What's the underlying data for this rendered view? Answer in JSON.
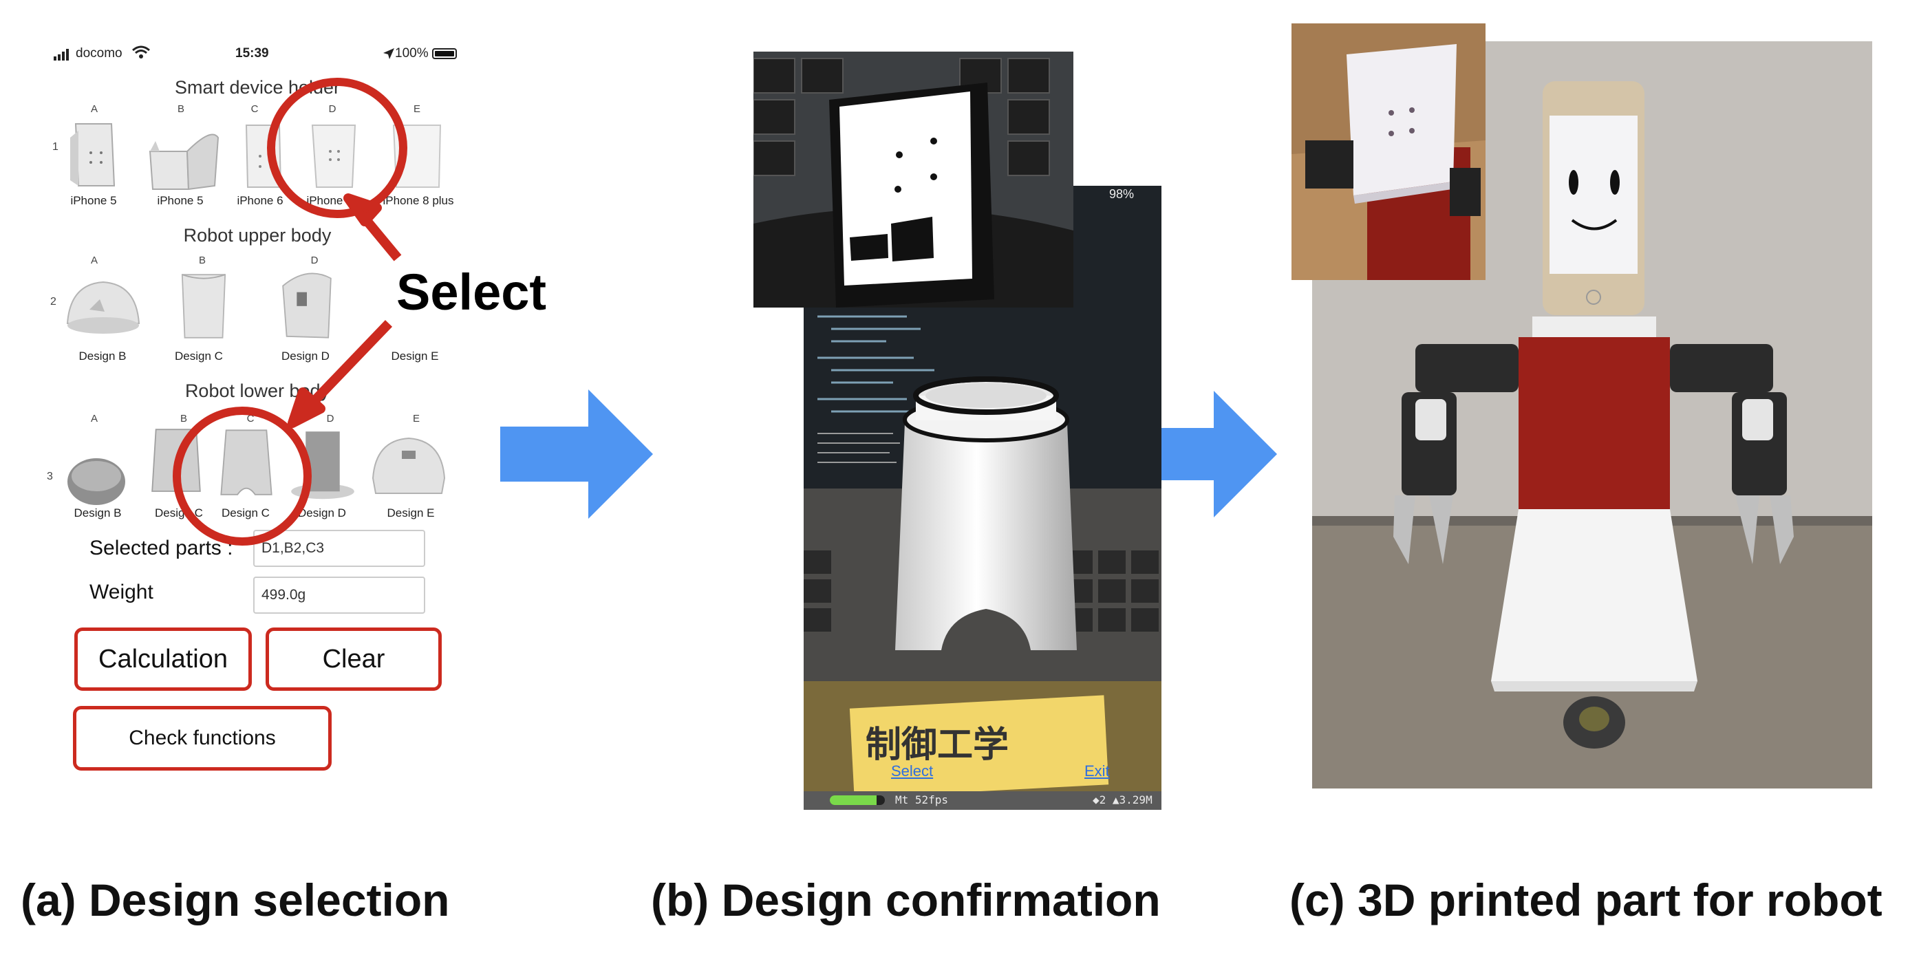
{
  "status_bar": {
    "carrier": "docomo",
    "time": "15:39",
    "battery": "100%"
  },
  "sections": {
    "holder_title": "Smart device holder",
    "upper_title": "Robot upper body",
    "lower_title": "Robot lower body"
  },
  "rows": [
    {
      "num": "1",
      "letters": [
        "A",
        "B",
        "C",
        "D",
        "E"
      ],
      "labels": [
        "iPhone 5",
        "iPhone 5",
        "iPhone 6",
        "iPhone 7",
        "iPhone 8 plus"
      ]
    },
    {
      "num": "2",
      "letters": [
        "A",
        "B",
        "D"
      ],
      "labels": [
        "Design B",
        "Design C",
        "Design D",
        "Design E"
      ]
    },
    {
      "num": "3",
      "letters": [
        "A",
        "B",
        "C",
        "D",
        "E"
      ],
      "labels": [
        "Design B",
        "Design C",
        "Design C",
        "Design D",
        "Design E"
      ]
    }
  ],
  "form": {
    "selected_label": "Selected parts :",
    "selected_value": "D1,B2,C3",
    "weight_label": "Weight",
    "weight_value": "499.0g"
  },
  "buttons": {
    "calculation": "Calculation",
    "clear": "Clear",
    "check": "Check functions"
  },
  "callout": "Select",
  "ar_view": {
    "status": "98%",
    "select_link": "Select",
    "exit_link": "Exit",
    "fps": "Mt 52fps",
    "hud_right": "◆2 ▲3.29M",
    "book_text": "制御工学"
  },
  "captions": {
    "a": "(a) Design selection",
    "b": "(b) Design confirmation",
    "c": "(c) 3D printed part for robot"
  },
  "colors": {
    "annotation_red": "#cc2a1f",
    "arrow_blue": "#4f95f2",
    "robot_red": "#9b2019"
  }
}
